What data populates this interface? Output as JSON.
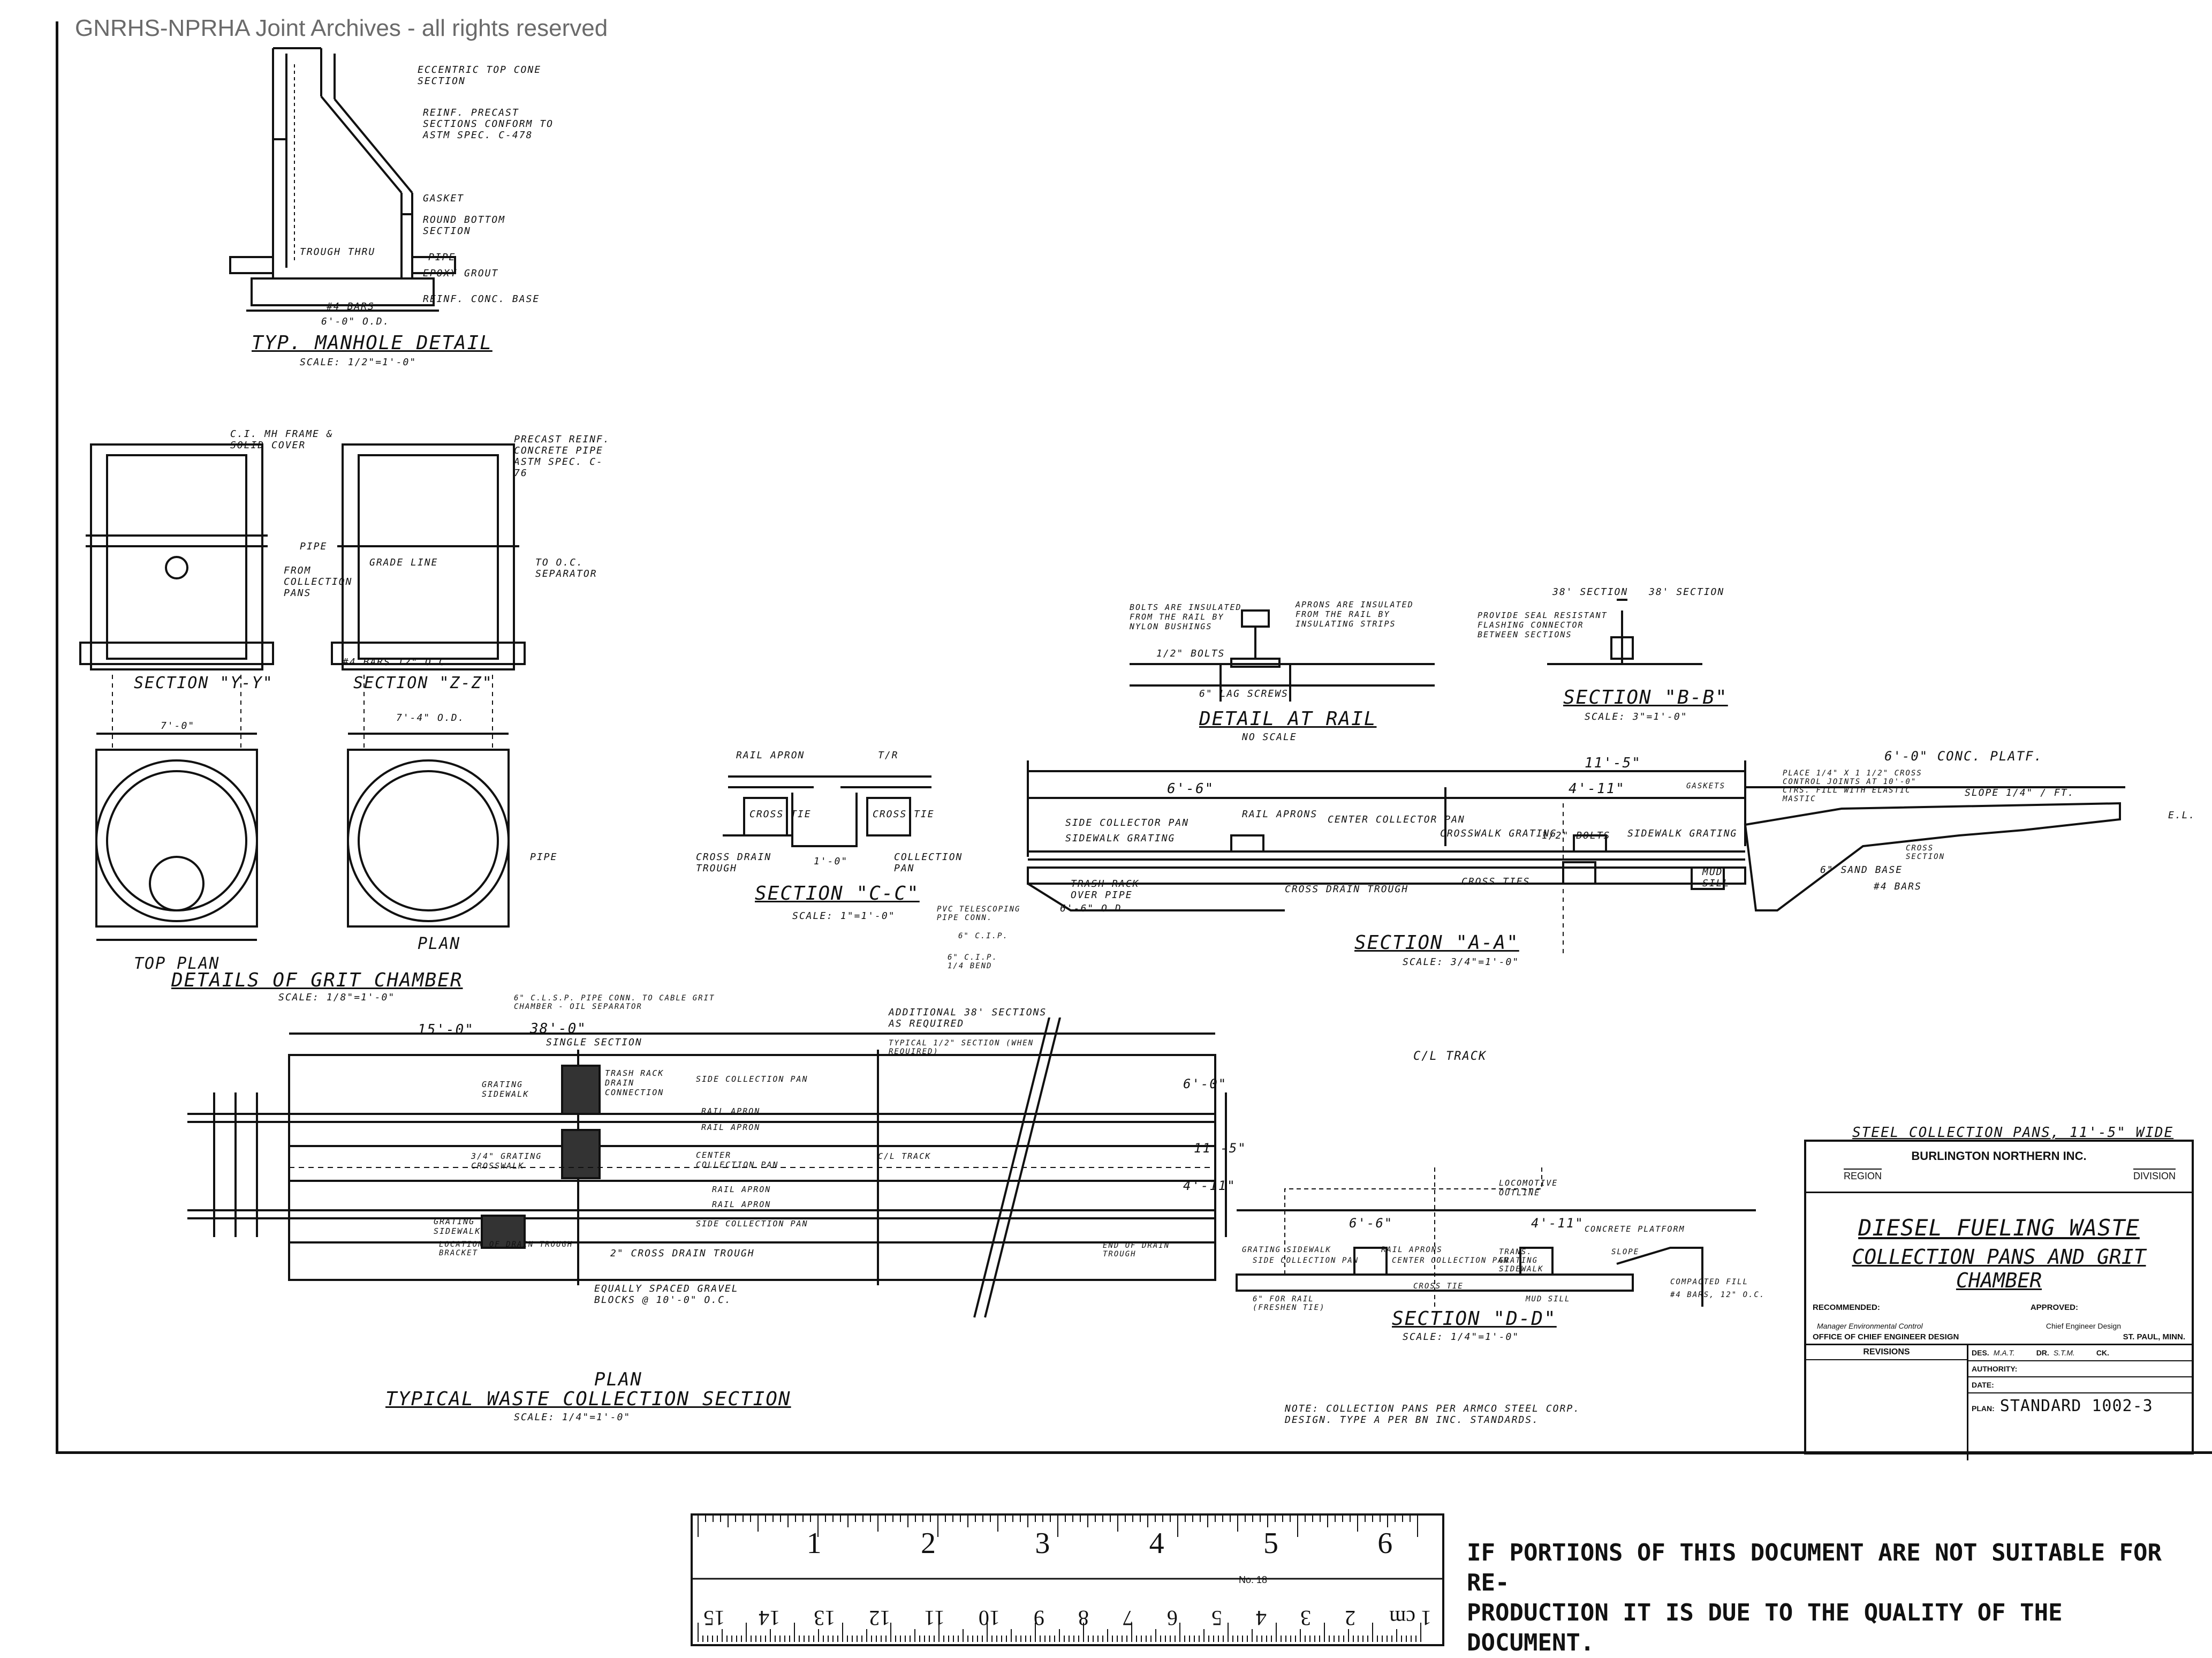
{
  "watermark": "GNRHS-NPRHA Joint Archives - all rights reserved",
  "manhole": {
    "title": "TYP. MANHOLE DETAIL",
    "scale": "Scale: 1/2\"=1'-0\"",
    "notes": [
      "ECCENTRIC TOP CONE SECTION",
      "REINF. PRECAST SECTIONS CONFORM TO ASTM SPEC. C-478",
      "GASKET",
      "ROUND BOTTOM SECTION",
      "PIPE",
      "EPOXY GROUT",
      "REINF. CONC. BASE",
      "TROUGH THRU",
      "#4 BARS",
      "6'-0\" O.D."
    ]
  },
  "grit_chamber": {
    "title": "DETAILS OF GRIT CHAMBER",
    "scale": "Scale: 1/8\"=1'-0\"",
    "section_y": "SECTION \"Y-Y\"",
    "section_z": "SECTION \"Z-Z\"",
    "top_plan": "TOP PLAN",
    "plan": "PLAN",
    "notes": [
      "C.I. MH FRAME & SOLID COVER",
      "PRECAST REINF. CONCRETE PIPE ASTM SPEC. C-76",
      "PIPE",
      "TO O.C. SEPARATOR",
      "FROM COLLECTION PANS",
      "GRADE LINE",
      "#4 BARS 12\" O.C.",
      "7'-4\" O.D.",
      "7'-0\"",
      "PIPE"
    ]
  },
  "section_cc": {
    "title": "SECTION \"C-C\"",
    "scale": "Scale: 1\"=1'-0\"",
    "labels": [
      "RAIL APRON",
      "T/R",
      "CROSS TIE",
      "CROSS TIE",
      "CROSS DRAIN TROUGH",
      "COLLECTION PAN",
      "1'-0\""
    ]
  },
  "detail_rail": {
    "title": "DETAIL AT RAIL",
    "scale": "No Scale",
    "labels": [
      "BOLTS ARE INSULATED FROM THE RAIL BY NYLON BUSHINGS",
      "APRONS ARE INSULATED FROM THE RAIL BY INSULATING STRIPS",
      "1/2\" BOLTS",
      "6\" LAG SCREWS"
    ]
  },
  "section_bb": {
    "title": "SECTION \"B-B\"",
    "scale": "Scale: 3\"=1'-0\"",
    "labels": [
      "38' SECTION",
      "38' SECTION",
      "PROVIDE SEAL RESISTANT FLASHING CONNECTOR BETWEEN SECTIONS"
    ]
  },
  "section_aa": {
    "title": "SECTION \"A-A\"",
    "scale": "Scale: 3/4\"=1'-0\"",
    "dims": [
      "11'-5\"",
      "6'-6\"",
      "4'-11\"",
      "6'-0\" CONC. PLATF."
    ],
    "labels": [
      "SIDE COLLECTOR PAN",
      "SIDEWALK GRATING",
      "RAIL APRONS",
      "CENTER COLLECTOR PAN",
      "CROSSWALK GRATING",
      "1/2\" BOLTS",
      "SIDEWALK GRATING",
      "TRASH RACK OVER PIPE",
      "CROSS DRAIN TROUGH",
      "CROSS TIES",
      "6\" SAND BASE",
      "#4 BARS",
      "SLOPE 1/4\" / FT.",
      "MUD SILL",
      "GASKETS",
      "PLACE 1/4\" x 1 1/2\" CROSS CONTROL JOINTS AT 10'-0\" CTRS. FILL WITH ELASTIC MASTIC",
      "CROSS SECTION",
      "E.L.",
      "6'-6\" O.D."
    ]
  },
  "waste_plan": {
    "title": "TYPICAL WASTE COLLECTION SECTION",
    "plan_label": "PLAN",
    "scale": "Scale: 1/4\"=1'-0\"",
    "dims": [
      "15'-0\"",
      "38'-0\"",
      "6'-0\"",
      "11'-5\"",
      "4'-11\""
    ],
    "labels": [
      "6\" C.L.S.P. PIPE CONN. TO CABLE GRIT CHAMBER - OIL SEPARATOR",
      "SINGLE SECTION",
      "ADDITIONAL 38' SECTIONS AS REQUIRED",
      "TYPICAL 1/2\" SECTION (WHEN REQUIRED)",
      "PVC TELESCOPING PIPE CONN.",
      "6\" C.I.P.",
      "6\" C.I.P. 1/4 BEND",
      "GRATING SIDEWALK",
      "TRASH RACK DRAIN CONNECTION",
      "SIDE COLLECTION PAN",
      "RAIL APRON",
      "RAIL APRON",
      "3/4\" GRATING CROSSWALK",
      "CENTER COLLECTION PAN",
      "C/L TRACK",
      "RAIL APRON",
      "RAIL APRON",
      "SIDE COLLECTION PAN",
      "GRATING SIDEWALK",
      "LOCATION OF DRAIN TROUGH BRACKET",
      "2\" CROSS DRAIN TROUGH",
      "EQUALLY SPACED GRAVEL BLOCKS @ 10'-0\" O.C.",
      "C/L TRACK",
      "END OF DRAIN TROUGH"
    ]
  },
  "section_dd": {
    "title": "SECTION \"D-D\"",
    "scale": "Scale: 1/4\"=1'-0\"",
    "dims": [
      "6'-6\"",
      "4'-11\""
    ],
    "labels": [
      "Locomotive Outline",
      "CONCRETE PLATFORM",
      "GRATING SIDEWALK",
      "SIDE COLLECTION PAN",
      "RAIL APRONS",
      "CENTER COLLECTION PAN",
      "TRANS. GRATING SIDEWALK",
      "SLOPE",
      "CROSS TIE",
      "MUD SILL",
      "COMPACTED FILL",
      "#4 BARS, 12\" O.C.",
      "6\" FOR RAIL (FRESHEN TIE)"
    ]
  },
  "note_bottom": "NOTE: Collection Pans Per ARMCO Steel Corp. Design. TYPE A per BN Inc. Standards.",
  "steel_label": "STEEL COLLECTION PANS, 11'-5\" WIDE",
  "title_block": {
    "company": "BURLINGTON NORTHERN INC.",
    "region": "REGION",
    "division": "DIVISION",
    "title_line1": "DIESEL FUELING WASTE",
    "title_line2": "COLLECTION PANS AND GRIT CHAMBER",
    "recommended": "RECOMMENDED:",
    "approved": "APPROVED:",
    "rec_name": "Manager Environmental Control",
    "app_name": "Chief Engineer Design",
    "office": "OFFICE OF CHIEF ENGINEER DESIGN",
    "location": "ST. PAUL, MINN.",
    "revisions": "REVISIONS",
    "des": "DES.",
    "des_val": "M.A.T.",
    "dr": "DR.",
    "dr_val": "S.T.M.",
    "ck": "CK.",
    "authority": "AUTHORITY:",
    "date": "DATE:",
    "plan": "PLAN:",
    "plan_val": "STANDARD 1002-3"
  },
  "ruler": {
    "top_numbers": [
      "1",
      "2",
      "3",
      "4",
      "5",
      "6"
    ],
    "bottom_numbers": [
      "1 cm",
      "2",
      "3",
      "4",
      "5",
      "6",
      "7",
      "8",
      "9",
      "10",
      "11",
      "12",
      "13",
      "14",
      "15"
    ],
    "maker": "No. 18"
  },
  "notice": {
    "line1": "IF PORTIONS OF THIS DOCUMENT ARE NOT SUITABLE FOR RE-",
    "line2": "PRODUCTION IT IS DUE TO THE QUALITY OF THE DOCUMENT."
  }
}
